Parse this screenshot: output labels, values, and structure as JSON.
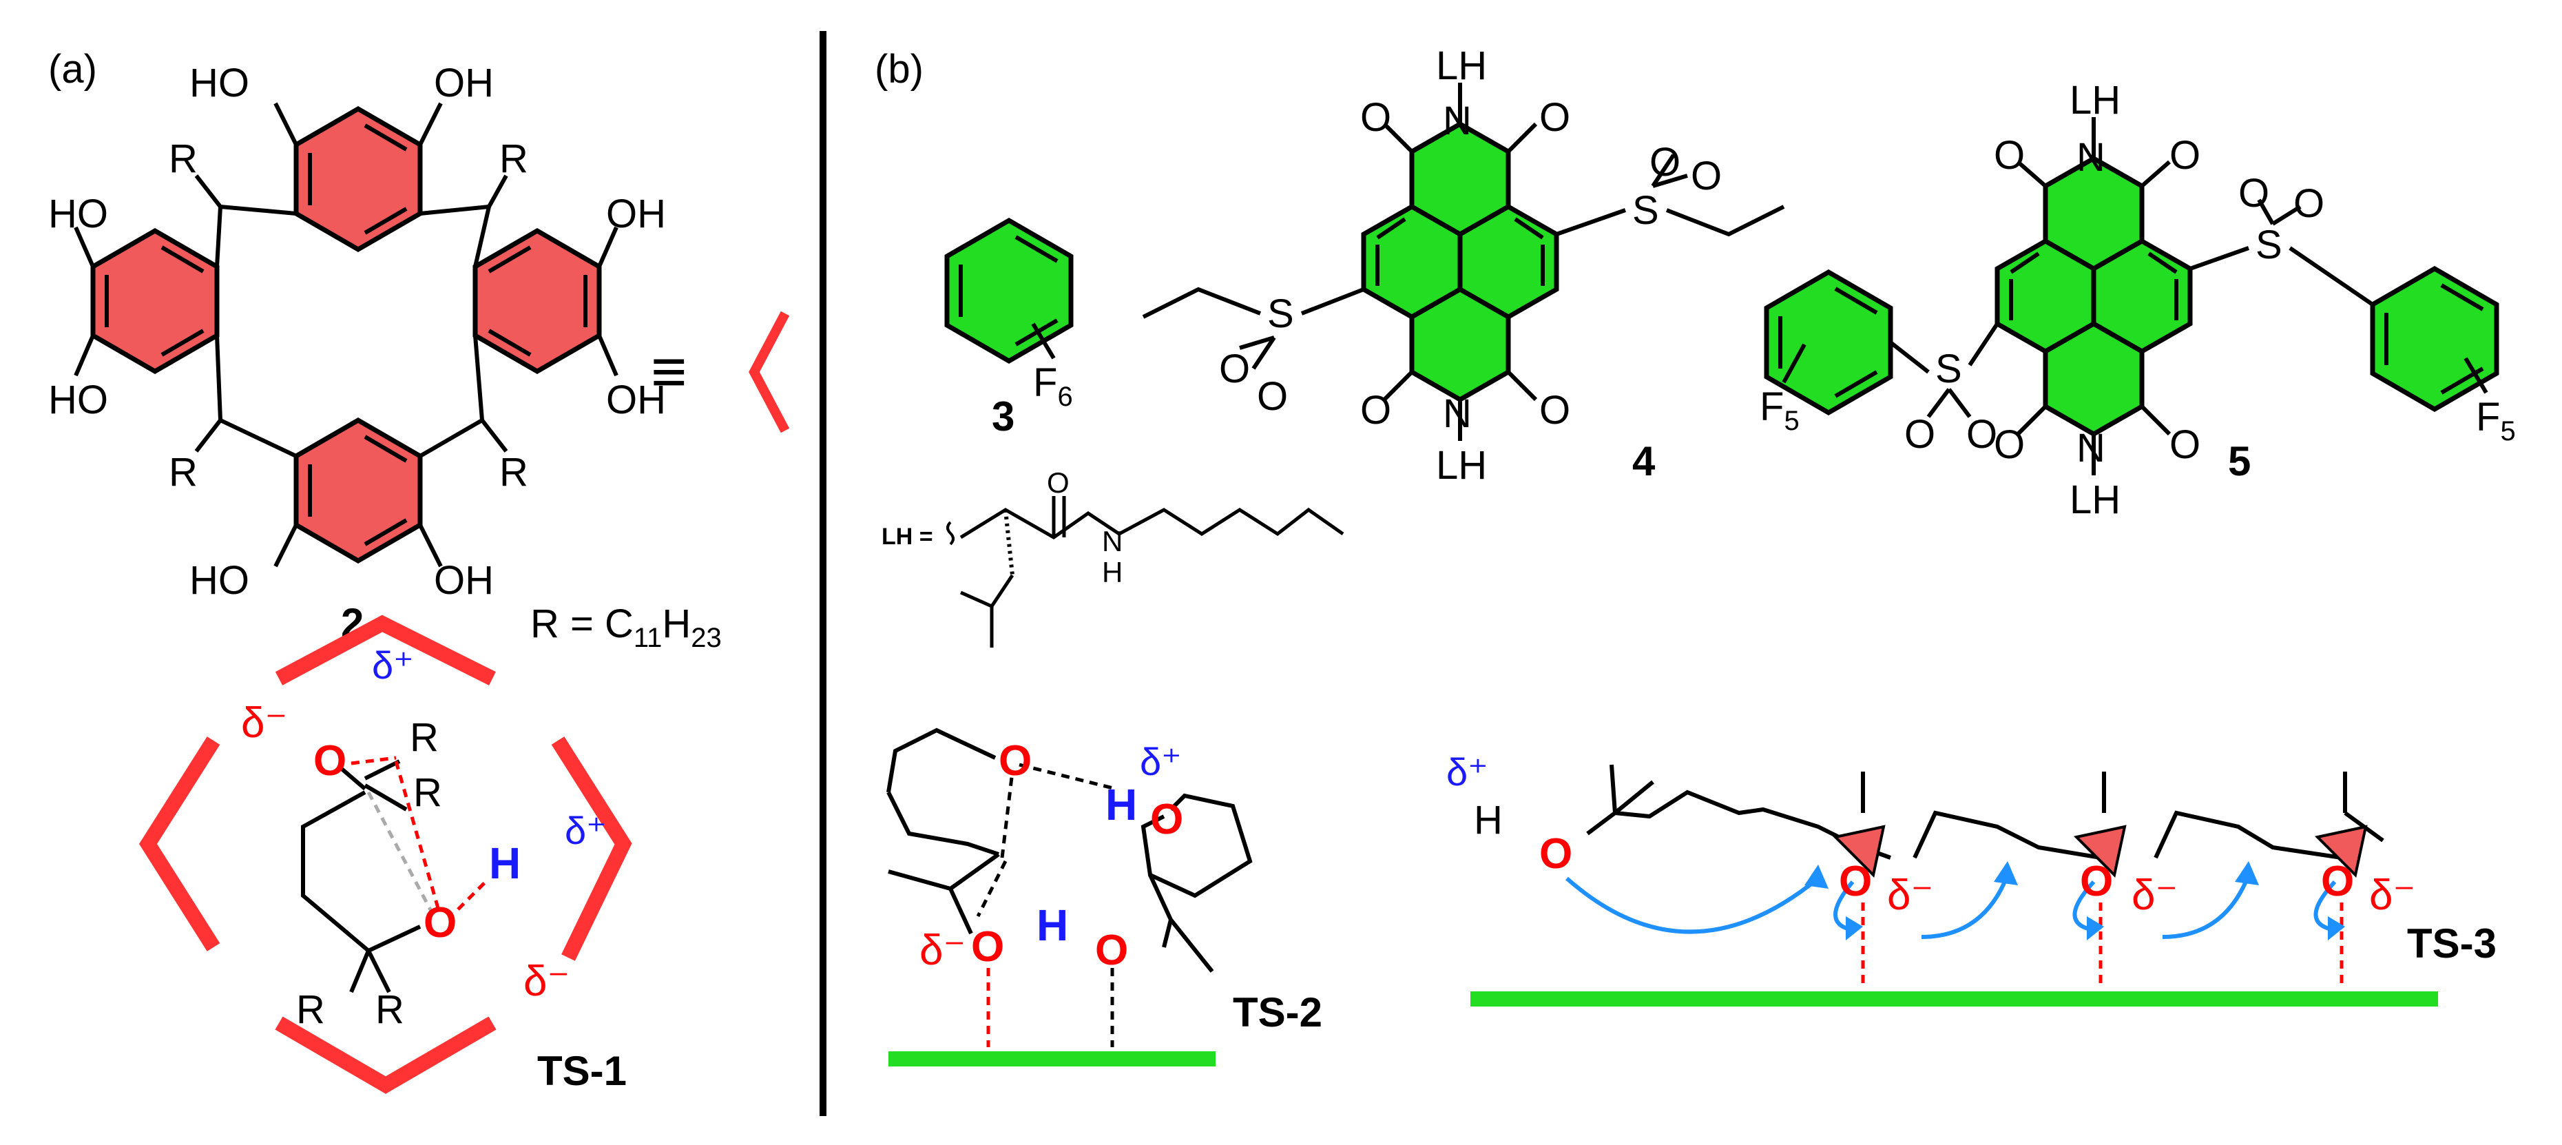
{
  "panel_a": {
    "label": "(a)",
    "compound": "2",
    "hydroxyl": "HO",
    "hydroxyl_r": "OH",
    "r_group": "R",
    "r_def_prefix": "R = C",
    "r_def_sub1": "11",
    "r_def_mid": "H",
    "r_def_sub2": "23",
    "equiv": "≡",
    "ts_label": "TS-1",
    "delta_plus": "δ⁺",
    "delta_minus": "δ⁻",
    "oxygen": "O",
    "hydrogen": "H"
  },
  "panel_b": {
    "label": "(b)",
    "compound3": "3",
    "compound4": "4",
    "compound5": "5",
    "f6": "F",
    "f6_sub": "6",
    "f5": "F",
    "f5_sub": "5",
    "lh": "LH",
    "lh_def": "LH =",
    "sulfur": "S",
    "oxygen": "O",
    "nitrogen": "N",
    "nh": "N",
    "nh_h": "H",
    "ts2_label": "TS-2",
    "ts3_label": "TS-3",
    "delta_plus": "δ⁺",
    "delta_minus": "δ⁻",
    "hydrogen": "H",
    "ho": "H"
  },
  "colors": {
    "ring_red": "#f05a5a",
    "ring_green": "#22dd22",
    "arrow_blue": "#1e90ff",
    "oxygen_red": "#ff0000",
    "charge_blue": "#1a1aff",
    "bond": "#000000"
  }
}
